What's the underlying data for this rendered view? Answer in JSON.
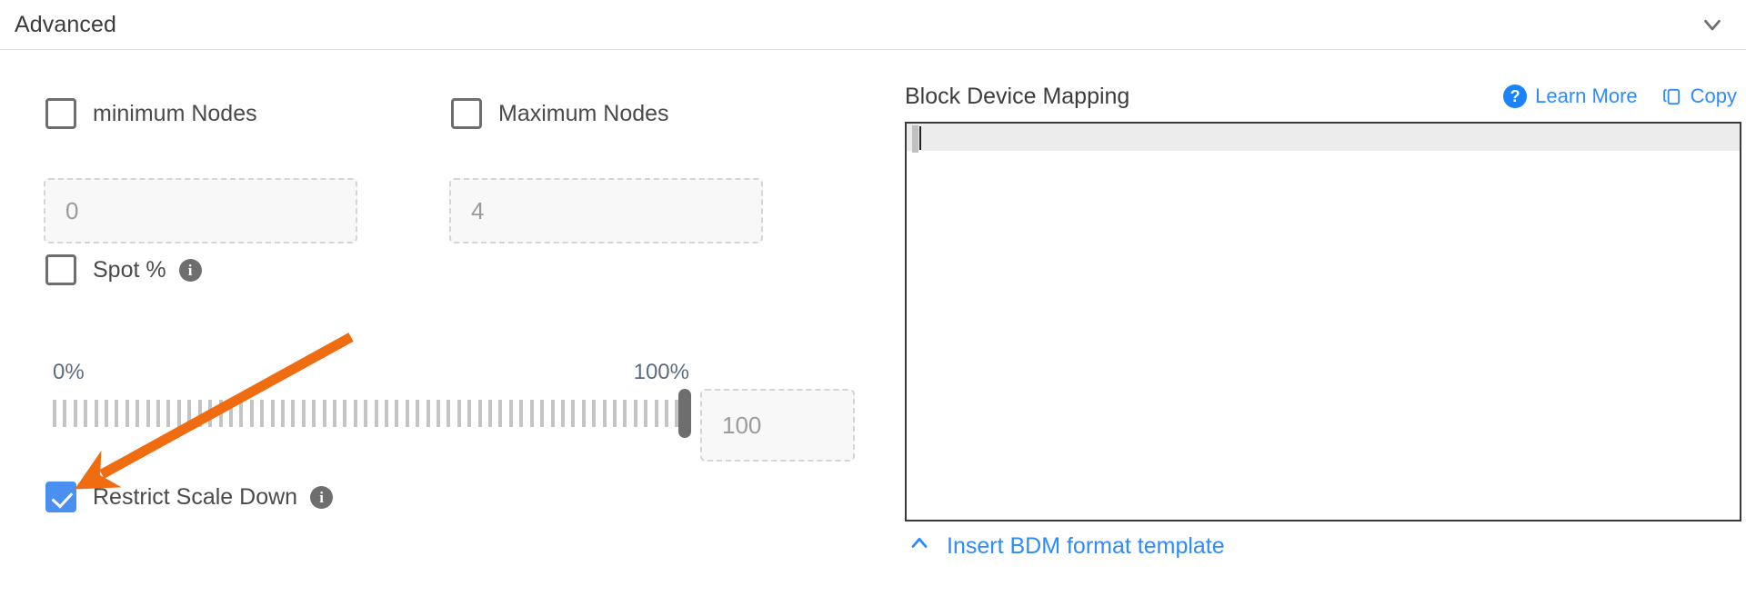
{
  "section": {
    "title": "Advanced",
    "collapse_icon": "chevron-down-icon"
  },
  "left": {
    "min_nodes": {
      "label": "minimum Nodes",
      "checked": false,
      "input_value": "0"
    },
    "max_nodes": {
      "label": "Maximum Nodes",
      "checked": false,
      "input_value": "4"
    },
    "spot_pct": {
      "label": "Spot %",
      "checked": false,
      "info_icon": "info-icon"
    },
    "slider": {
      "min_label": "0%",
      "max_label": "100%",
      "value": 100,
      "value_input": "100",
      "tick_count": 62
    },
    "restrict_scale_down": {
      "label": "Restrict Scale Down",
      "checked": true,
      "info_icon": "info-icon"
    }
  },
  "right": {
    "title": "Block Device Mapping",
    "learn_more": "Learn More",
    "copy": "Copy",
    "editor_content": "",
    "insert_template": "Insert BDM format template"
  },
  "colors": {
    "accent_blue": "#2f8bfd",
    "checkbox_blue": "#4a90f0",
    "annotation_orange": "#ef6c11",
    "text_dark": "#3c3c3c",
    "text_muted": "#9b9b9b",
    "slate": "#5d6b82"
  }
}
